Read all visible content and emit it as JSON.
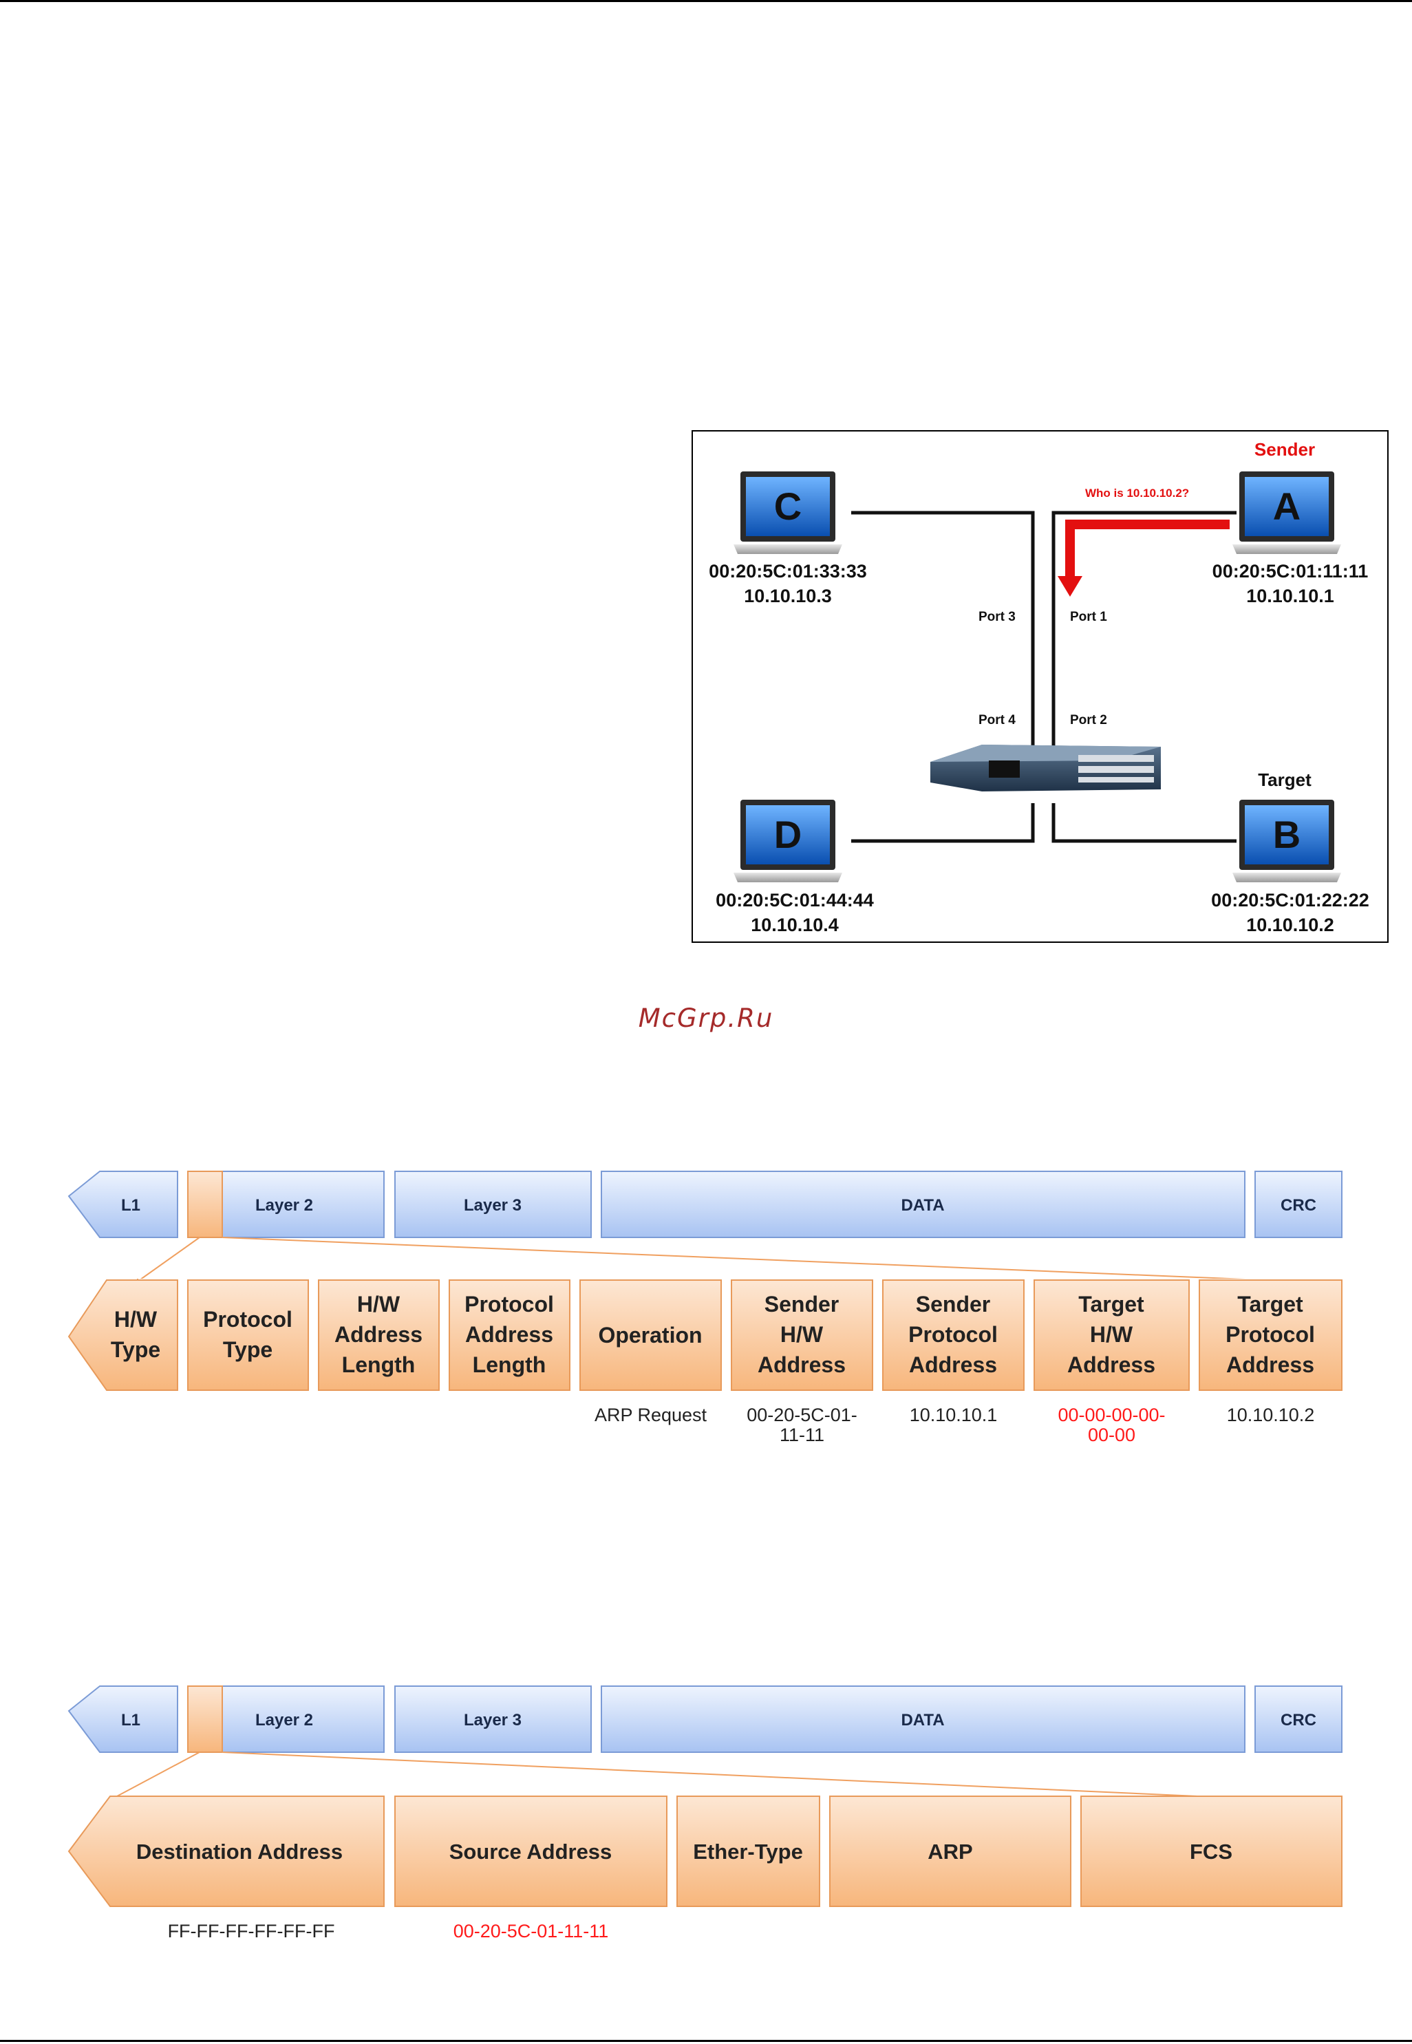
{
  "network": {
    "sender_label": "Sender",
    "target_label": "Target",
    "question": "Who is 10.10.10.2?",
    "ports": [
      "Port 3",
      "Port 1",
      "Port 4",
      "Port 2"
    ],
    "hosts": [
      {
        "letter": "C",
        "mac": "00:20:5C:01:33:33",
        "ip": "10.10.10.3"
      },
      {
        "letter": "A",
        "mac": "00:20:5C:01:11:11",
        "ip": "10.10.10.1"
      },
      {
        "letter": "D",
        "mac": "00:20:5C:01:44:44",
        "ip": "10.10.10.4"
      },
      {
        "letter": "B",
        "mac": "00:20:5C:01:22:22",
        "ip": "10.10.10.2"
      }
    ],
    "colors": {
      "red": "#e31010",
      "link": "#111111",
      "screen": "#1e6fd0"
    }
  },
  "watermark": "McGrp.Ru",
  "frame1": {
    "top_row": [
      "L1",
      "Layer 2",
      "Layer 3",
      "DATA",
      "CRC"
    ],
    "fields": [
      [
        "H/W",
        "Type"
      ],
      [
        "Protocol",
        "Type"
      ],
      [
        "H/W",
        "Address",
        "Length"
      ],
      [
        "Protocol",
        "Address",
        "Length"
      ],
      [
        "Operation"
      ],
      [
        "Sender",
        "H/W",
        "Address"
      ],
      [
        "Sender",
        "Protocol",
        "Address"
      ],
      [
        "Target",
        "H/W",
        "Address"
      ],
      [
        "Target",
        "Protocol",
        "Address"
      ]
    ],
    "values": {
      "operation": "ARP Request",
      "sender_hw": [
        "00-20-5C-01-",
        "11-11"
      ],
      "sender_proto": "10.10.10.1",
      "target_hw": [
        "00-00-00-00-",
        "00-00"
      ],
      "target_proto": "10.10.10.2"
    }
  },
  "frame2": {
    "top_row": [
      "L1",
      "Layer 2",
      "Layer 3",
      "DATA",
      "CRC"
    ],
    "fields": [
      "Destination Address",
      "Source Address",
      "Ether-Type",
      "ARP",
      "FCS"
    ],
    "values": {
      "destination": "FF-FF-FF-FF-FF-FF",
      "source": "00-20-5C-01-11-11"
    }
  },
  "colors": {
    "blue_top": "#e8f0fd",
    "blue_bottom": "#a9c4f1",
    "blue_border": "#7b9bd6",
    "orange_top": "#fde3cc",
    "orange_bottom": "#f7b47a",
    "orange_border": "#e89a5a"
  }
}
